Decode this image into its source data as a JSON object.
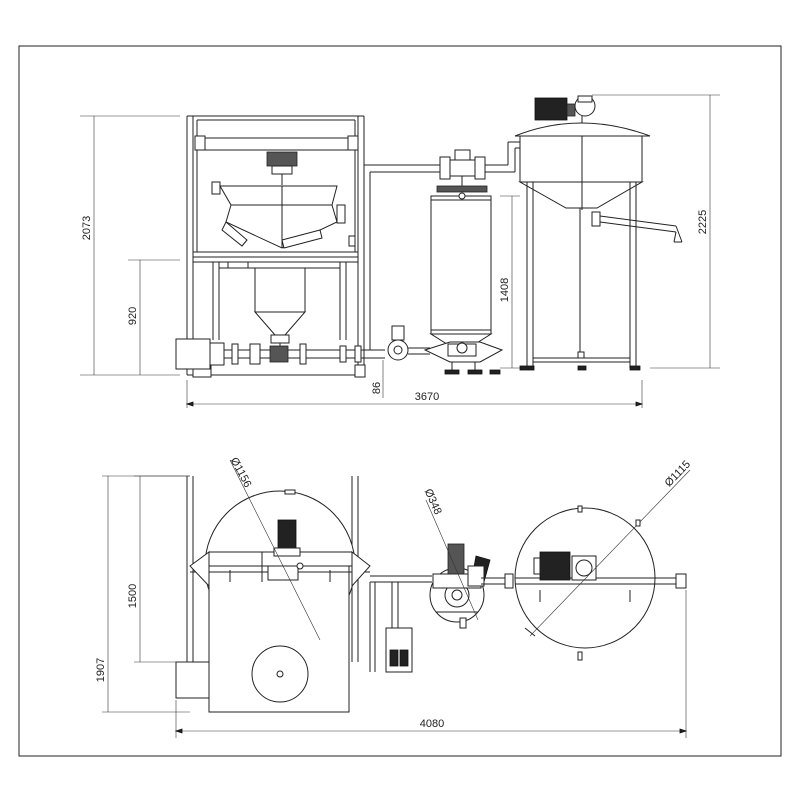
{
  "dimensions": {
    "front_height_left": "2073",
    "front_height_lower": "920",
    "front_height_middle": "1408",
    "front_height_right": "2225",
    "front_foot": "86",
    "front_width": "3670",
    "plan_height_left": "1907",
    "plan_height_inner": "1500",
    "plan_width": "4080",
    "dia_left_tank": "Ø1156",
    "dia_filter": "Ø348",
    "dia_right_tank": "Ø1115"
  }
}
